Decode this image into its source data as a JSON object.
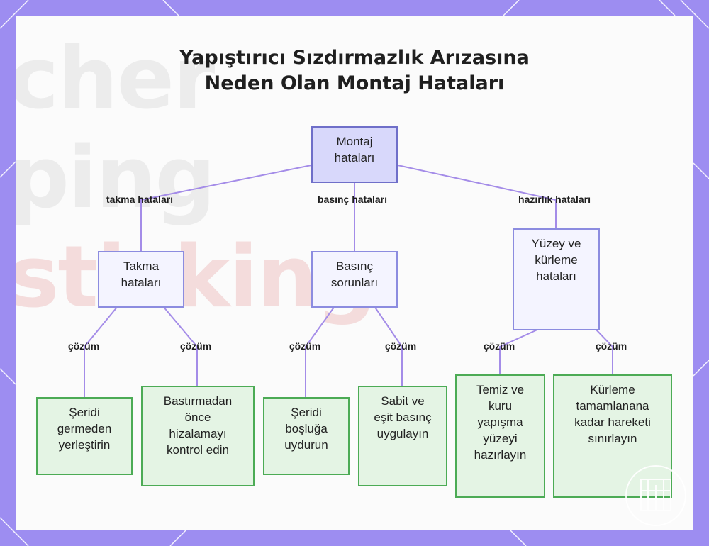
{
  "diagram": {
    "title_lines": [
      "Yapıştırıcı Sızdırmazlık Arızasına",
      "Neden Olan Montaj Hataları"
    ],
    "nodes": {
      "root": "Montaj hataları",
      "takma": "Takma hataları",
      "basinc": "Basınç sorunları",
      "yuzey": "Yüzey ve kürleme hataları",
      "leaf1": "Şeridi germeden yerleştirin",
      "leaf2": "Bastırmadan önce hizalamayı kontrol edin",
      "leaf3": "Şeridi boşluğa uydurun",
      "leaf4": "Sabit ve eşit basınç uygulayın",
      "leaf5": "Temiz ve kuru yapışma yüzeyi hazırlayın",
      "leaf6": "Kürleme tamamlanana kadar hareketi sınırlayın"
    },
    "edge_labels": {
      "takma": "takma hataları",
      "basinc": "basınç hataları",
      "hazirlik": "hazırlık hataları",
      "cozum": "çözüm"
    },
    "colors": {
      "frame": "#9d8df1",
      "edge": "#a48ce8",
      "root_fill": "#d8d8fb",
      "leaf_fill": "#e4f4e4",
      "leaf_border": "#4cab55"
    }
  }
}
